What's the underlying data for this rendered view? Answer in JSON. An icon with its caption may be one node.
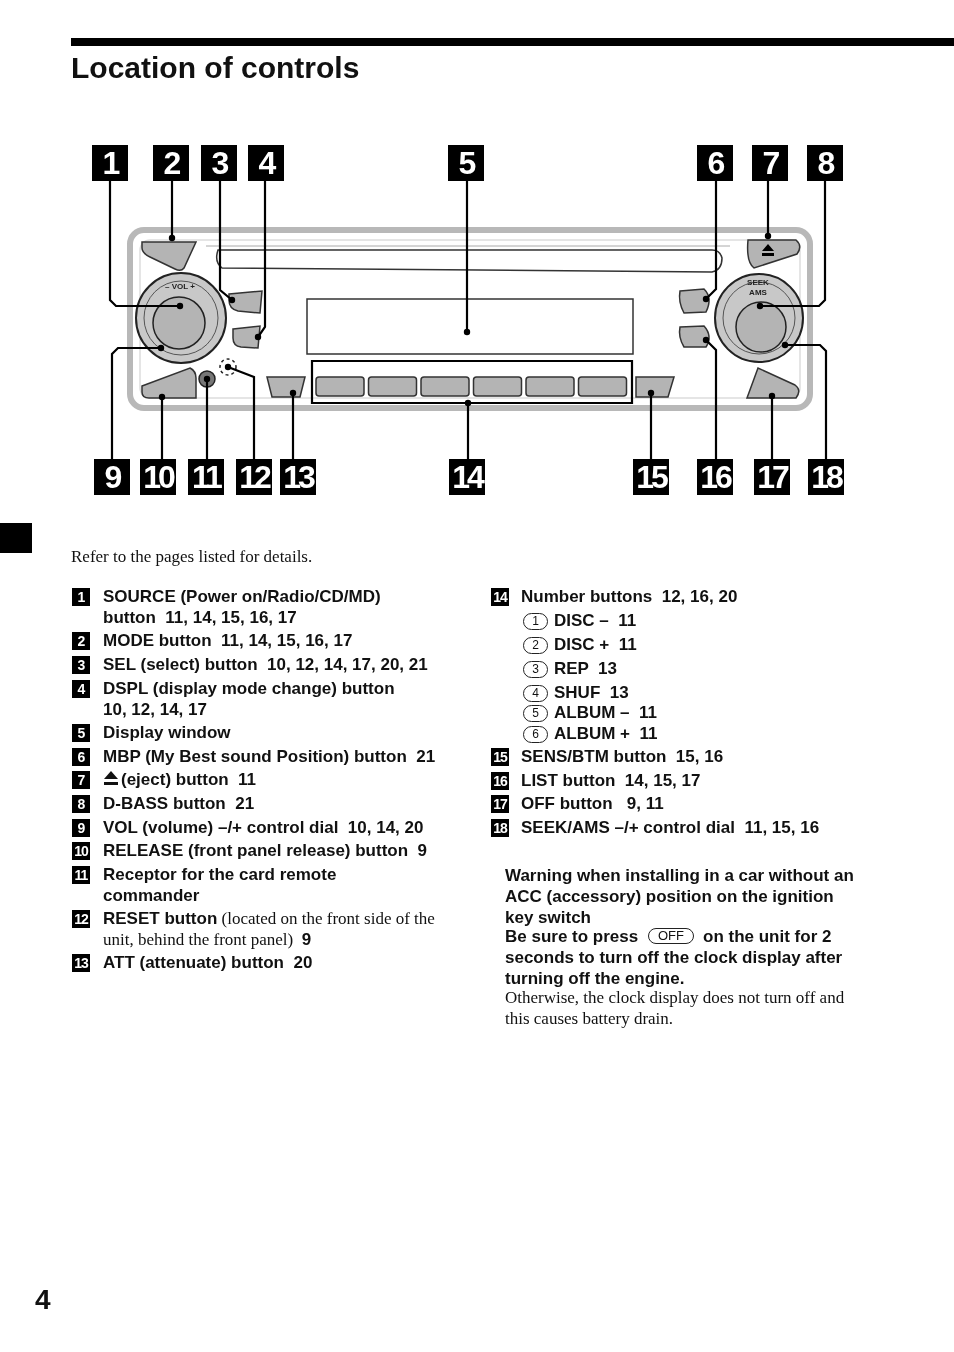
{
  "diagram": {
    "title": "Location of controls",
    "nodes": [
      {
        "text": [
          "1"
        ]
      },
      {
        "text": [
          "2"
        ]
      },
      {
        "text": [
          "3"
        ]
      },
      {
        "text": [
          "4"
        ]
      },
      {
        "text": [
          "5"
        ]
      },
      {
        "text": [
          "6"
        ]
      },
      {
        "text": [
          "7"
        ]
      },
      {
        "text": [
          "8"
        ]
      },
      {
        "text": [
          "9"
        ]
      },
      {
        "text": [
          "10"
        ]
      },
      {
        "text": [
          "11"
        ]
      },
      {
        "text": [
          "12"
        ]
      },
      {
        "text": [
          "13"
        ]
      },
      {
        "text": [
          "14"
        ]
      },
      {
        "text": [
          "15"
        ]
      },
      {
        "text": [
          "16"
        ]
      },
      {
        "text": [
          "17"
        ]
      },
      {
        "text": [
          "18"
        ]
      },
      {
        "text": [],
        "shape": "circle"
      },
      {
        "text": [],
        "shape": "circle",
        "in": 18
      },
      {
        "text": [],
        "shape": "box"
      },
      {
        "text": [],
        "shape": "box"
      },
      {
        "text": [],
        "shape": "box"
      },
      {
        "text": [],
        "shape": "box"
      },
      {
        "text": [],
        "shape": "box"
      },
      {
        "text": [],
        "shape": "box"
      },
      {
        "text": [],
        "shape": "circle"
      },
      {
        "text": [],
        "shape": "circle",
        "in": 26
      },
      {
        "text": [],
        "shape": "box"
      },
      {
        "text": [],
        "shape": "circle"
      },
      {
        "text": [],
        "shape": "circle"
      },
      {
        "text": [],
        "shape": "box"
      },
      {
        "text": [],
        "shape": "box"
      },
      {
        "text": [],
        "shape": "box"
      },
      {
        "text": [],
        "shape": "box"
      },
      {
        "text": [],
        "shape": "box"
      }
    ],
    "edges": [
      {
        "from": 0,
        "to": 19,
        "arrow": "other"
      },
      {
        "from": 1,
        "to": 20,
        "arrow": "other"
      },
      {
        "from": 2,
        "to": 21,
        "arrow": "other"
      },
      {
        "from": 3,
        "to": 22,
        "arrow": "other"
      },
      {
        "from": 4,
        "to": 23,
        "arrow": "other"
      },
      {
        "from": 5,
        "to": 24,
        "arrow": "other"
      },
      {
        "from": 6,
        "to": 25,
        "arrow": "other"
      },
      {
        "from": 7,
        "to": 27,
        "arrow": "other"
      },
      {
        "from": 8,
        "to": 18,
        "arrow": "other"
      },
      {
        "from": 9,
        "to": 28,
        "arrow": "other"
      },
      {
        "from": 10,
        "to": 29,
        "arrow": "other"
      },
      {
        "from": 11,
        "to": 30,
        "arrow": "other"
      },
      {
        "from": 12,
        "to": 31,
        "arrow": "other"
      },
      {
        "from": 13,
        "to": 32,
        "arrow": "other"
      },
      {
        "from": 14,
        "to": 33,
        "arrow": "other"
      },
      {
        "from": 15,
        "to": 34,
        "arrow": "other"
      },
      {
        "from": 16,
        "to": 35,
        "arrow": "other"
      },
      {
        "from": 17,
        "to": 26,
        "arrow": "other"
      }
    ],
    "labels": [
      "– VOL +",
      "SEEK",
      "AMS",
      "Refer to the pages listed for details.",
      "1",
      "SOURCE (Power on/Radio/CD/MD) button  11, 14, 15, 16, 17",
      "2",
      "MODE button  11, 14, 15, 16, 17",
      "3",
      "SEL (select) button  10, 12, 14, 17, 20, 21",
      "4",
      "DSPL (display mode change) button 10, 12, 14, 17",
      "5",
      "Display window",
      "6",
      "MBP (My Best sound Position) button  21",
      "7",
      "(eject) button  11",
      "8",
      "D-BASS button  21",
      "9",
      "VOL (volume) –/+ control dial  10, 14, 20",
      "10",
      "RELEASE (front panel release) button  9",
      "11",
      "Receptor for the card remote commander",
      "12",
      "**RESET button** (located on the front side of the unit, behind the front panel)  **9**",
      "13",
      "ATT (attenuate) button  20",
      "14",
      "Number buttons  12, 16, 20",
      "1",
      "DISC –  11",
      "2",
      "DISC +  11",
      "3",
      "REP  13",
      "4",
      "SHUF  13",
      "5",
      "ALBUM –  11",
      "6",
      "ALBUM +  11",
      "15",
      "SENS/BTM button  15, 16",
      "16",
      "LIST button  14, 15, 17",
      "17",
      "OFF button   9, 11",
      "18",
      "SEEK/AMS –/+ control dial  11, 15, 16",
      "Warning when installing in a car without an ACC (accessory) position on the ignition key switch",
      "Be sure to press",
      "OFF",
      "on the unit for 2 seconds to turn off the clock display after turning off the engine.",
      "Otherwise, the clock display does not turn off and this causes battery drain.",
      "4"
    ]
  }
}
